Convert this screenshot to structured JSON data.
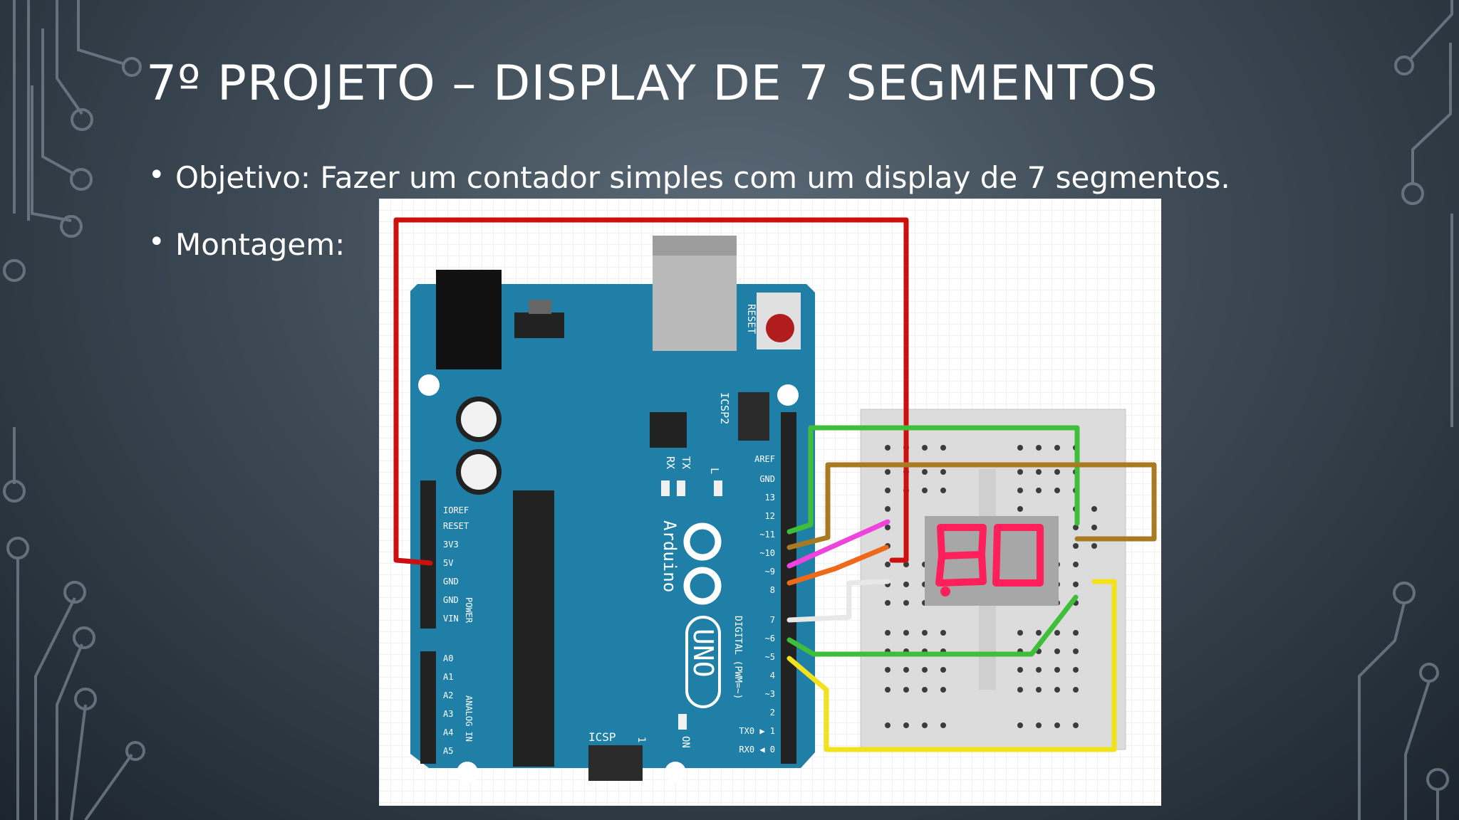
{
  "slide": {
    "title": "7º PROJETO – DISPLAY DE 7 SEGMENTOS",
    "bullets": [
      "Objetivo: Fazer um contador simples com um display de 7 segmentos.",
      "Montagem:"
    ]
  },
  "board": {
    "reset_label": "RESET",
    "icsp2_label": "ICSP2",
    "icsp_label": "ICSP",
    "tx_label": "TX",
    "rx_label": "RX",
    "l_label": "L",
    "on_label": "ON",
    "brand": "Arduino",
    "model": "UNO",
    "digital_label": "DIGITAL (PWM=~)",
    "power_label": "POWER",
    "analog_label": "ANALOG IN",
    "one_label": "1",
    "power_pins": [
      "IOREF",
      "RESET",
      "3V3",
      "5V",
      "GND",
      "GND",
      "VIN"
    ],
    "analog_pins": [
      "A0",
      "A1",
      "A2",
      "A3",
      "A4",
      "A5"
    ],
    "digital_pins": [
      "AREF",
      "GND",
      "13",
      "12",
      "~11",
      "~10",
      "~9",
      "8",
      "7",
      "~6",
      "~5",
      "4",
      "~3",
      "2",
      "TX0 ▶ 1",
      "RX0 ◀ 0"
    ]
  },
  "colors": {
    "board": "#1f7fa6",
    "wire_red": "#cc1010",
    "wire_green": "#3fbe3a",
    "wire_brown": "#a87a22",
    "wire_magenta": "#ee44dd",
    "wire_orange": "#ee6a18",
    "wire_white": "#e8e8e8",
    "wire_yellow": "#f2e21c",
    "segment": "#ff1f5a"
  }
}
